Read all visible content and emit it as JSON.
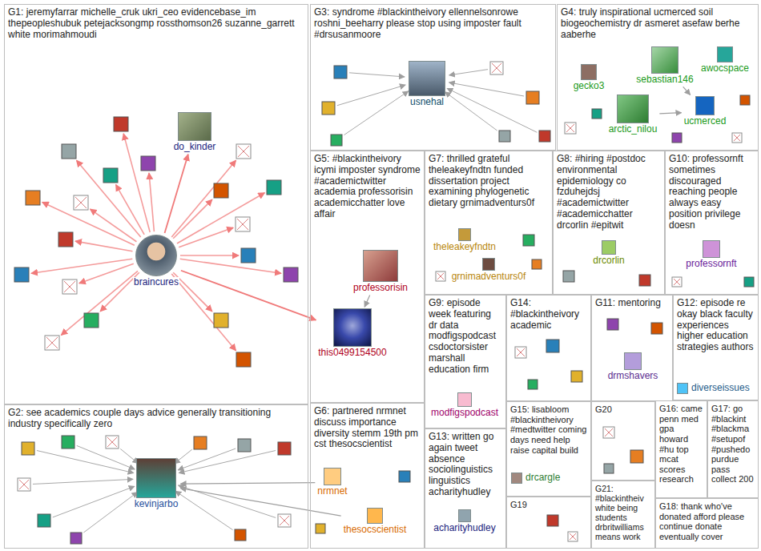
{
  "diagram": {
    "nodes": [
      {
        "text": [
          "G1: jeremyfarrar michelle_cruk ukri_ceo evidencebase_im thepeopleshubuk petejacksongmp rossthomson26 suzanne_garrett white morimahmoudi"
        ]
      },
      {
        "text": [
          "do_kinder"
        ],
        "in": 0
      },
      {
        "text": [
          "braincures"
        ],
        "in": 0
      },
      {
        "text": [
          "G3: syndrome #blackintheivory ellennelsonrowe roshni_beeharry please stop using imposter fault #drsusanmoore"
        ]
      },
      {
        "text": [
          "usnehal"
        ],
        "in": 3
      },
      {
        "text": [
          "G4: truly inspirational ucmerced soil biogeochemistry dr asmeret asefaw berhe aaberhe"
        ]
      },
      {
        "text": [
          "gecko3"
        ],
        "in": 5
      },
      {
        "text": [
          "sebastian146"
        ],
        "in": 5
      },
      {
        "text": [
          "awocspace"
        ],
        "in": 5
      },
      {
        "text": [
          "arctic_nilou"
        ],
        "in": 5
      },
      {
        "text": [
          "ucmerced"
        ],
        "in": 5
      },
      {
        "text": [
          "G5: #blackintheivory icymi imposter syndrome #academictwitter academia professorisin academicchatter love affair"
        ]
      },
      {
        "text": [
          "professorisin"
        ],
        "in": 11
      },
      {
        "text": [
          "this0499154500"
        ],
        "in": 11
      },
      {
        "text": [
          "G7: thrilled grateful theleakeyfndtn funded dissertation project examining phylogenetic dietary grnimadventurs0f"
        ]
      },
      {
        "text": [
          "theleakeyfndtn"
        ],
        "in": 14
      },
      {
        "text": [
          "grnimadventurs0f"
        ],
        "in": 14
      },
      {
        "text": [
          "G8: #hiring #postdoc environmental epidemiology co fzduhejdsj #academictwitter #academicchatter drcorlin #epitwit"
        ]
      },
      {
        "text": [
          "drcorlin"
        ],
        "in": 17
      },
      {
        "text": [
          "G10: professornft sometimes discouraged reaching people always easy position privilege doesn"
        ]
      },
      {
        "text": [
          "professornft"
        ],
        "in": 19
      },
      {
        "text": [
          "G9: episode week featuring dr data modfigspodcast csdoctorsister marshall education firm"
        ]
      },
      {
        "text": [
          "modfigspodcast"
        ],
        "in": 21
      },
      {
        "text": [
          "G14: #blackintheivory academic"
        ]
      },
      {
        "text": [
          "G11: mentoring"
        ]
      },
      {
        "text": [
          "drmshavers"
        ],
        "in": 24
      },
      {
        "text": [
          "G12: episode re okay black faculty experiences higher education strategies authors"
        ]
      },
      {
        "text": [
          "diverseissues"
        ],
        "in": 26
      },
      {
        "text": [
          "G2: see academics couple days advice generally transitioning industry specifically zero"
        ]
      },
      {
        "text": [
          "kevinjarbo"
        ],
        "in": 28
      },
      {
        "text": [
          "G6: partnered nrmnet discuss importance diversity stemm 19th pm cst thesocscientist"
        ]
      },
      {
        "text": [
          "nrmnet"
        ],
        "in": 30
      },
      {
        "text": [
          "thesocscientist"
        ],
        "in": 30
      },
      {
        "text": [
          "G13: written go again tweet absence sociolinguistics linguistics acharityhudley"
        ]
      },
      {
        "text": [
          "acharityhudley"
        ],
        "in": 33
      },
      {
        "text": [
          "G15: lisabloom #blackintheivory #medtwitter coming days need help raise capital build"
        ]
      },
      {
        "text": [
          "drcargle"
        ],
        "in": 35
      },
      {
        "text": [
          "G20"
        ]
      },
      {
        "text": [
          "G16: came penn med gpa howard #hu top mcat scores research"
        ]
      },
      {
        "text": [
          "G17: go #blackint #blackma #setupof #pushedo purdue pass collect 200"
        ]
      },
      {
        "text": [
          "G19"
        ]
      },
      {
        "text": [
          "G21: #blackintheiv white being students drbritwilliams means work"
        ]
      },
      {
        "text": [
          "G18: thank who've donated afford please continue donate eventually cover"
        ]
      }
    ],
    "edges": [
      {
        "from": 2,
        "to": 1,
        "arrow": "to"
      },
      {
        "from": 2,
        "to": 13,
        "arrow": "to"
      },
      {
        "from": 12,
        "to": 13,
        "arrow": "to"
      },
      {
        "from": 9,
        "to": 10,
        "arrow": "to"
      },
      {
        "from": 7,
        "to": 10,
        "arrow": "to"
      },
      {
        "from": 31,
        "to": 29,
        "arrow": "to"
      },
      {
        "from": 32,
        "to": 29,
        "arrow": "to"
      }
    ]
  }
}
